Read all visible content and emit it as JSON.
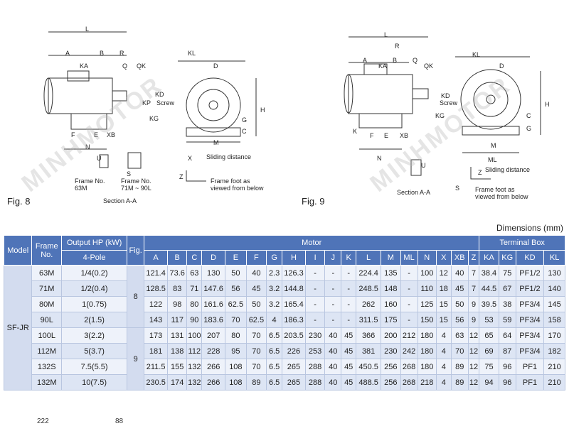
{
  "fig8": {
    "label": "Fig. 8",
    "dims": [
      "L",
      "A",
      "B",
      "R",
      "Q",
      "QK",
      "KA",
      "KL",
      "D",
      "KP",
      "KD",
      "Screw",
      "KG",
      "H",
      "C",
      "G",
      "N",
      "F",
      "E",
      "XB",
      "M",
      "U",
      "S",
      "Z",
      "X"
    ],
    "frame_left": "Frame No.\n63M",
    "frame_right": "Frame No.\n71M ~ 90L",
    "section": "Section A-A",
    "sliding": "Sliding distance",
    "foot": "Frame foot as\nviewed from below"
  },
  "fig9": {
    "label": "Fig. 9",
    "dims": [
      "L",
      "R",
      "A",
      "B",
      "Q",
      "QK",
      "KA",
      "KL",
      "D",
      "KD",
      "Screw",
      "KG",
      "H",
      "C",
      "G",
      "K",
      "F",
      "E",
      "XB",
      "N",
      "ML",
      "M",
      "U",
      "S",
      "Z",
      "X"
    ],
    "section": "Section A-A",
    "sliding": "Sliding distance",
    "foot": "Frame foot as\nviewed from below"
  },
  "dimensions_label": "Dimensions (mm)",
  "table": {
    "headers": {
      "model": "Model",
      "frame": "Frame No.",
      "output": "Output HP (kW)",
      "pole": "4-Pole",
      "fig": "Fig.",
      "motor": "Motor",
      "terminal": "Terminal Box"
    },
    "motor_cols": [
      "A",
      "B",
      "C",
      "D",
      "E",
      "F",
      "G",
      "H",
      "I",
      "J",
      "K",
      "L",
      "M",
      "ML",
      "N",
      "X",
      "XB",
      "Z"
    ],
    "terminal_cols": [
      "KA",
      "KG",
      "KD",
      "KL"
    ],
    "model_name": "SF-JR",
    "fig_values": [
      "8",
      "9"
    ],
    "rows": [
      {
        "frame": "63M",
        "output": "1/4(0.2)",
        "vals": [
          "121.4",
          "73.6",
          "63",
          "130",
          "50",
          "40",
          "2.3",
          "126.3",
          "-",
          "-",
          "-",
          "224.4",
          "135",
          "-",
          "100",
          "12",
          "40",
          "7",
          "38.4",
          "75",
          "PF1/2",
          "130"
        ]
      },
      {
        "frame": "71M",
        "output": "1/2(0.4)",
        "vals": [
          "128.5",
          "83",
          "71",
          "147.6",
          "56",
          "45",
          "3.2",
          "144.8",
          "-",
          "-",
          "-",
          "248.5",
          "148",
          "-",
          "110",
          "18",
          "45",
          "7",
          "44.5",
          "67",
          "PF1/2",
          "140"
        ]
      },
      {
        "frame": "80M",
        "output": "1(0.75)",
        "vals": [
          "122",
          "98",
          "80",
          "161.6",
          "62.5",
          "50",
          "3.2",
          "165.4",
          "-",
          "-",
          "-",
          "262",
          "160",
          "-",
          "125",
          "15",
          "50",
          "9",
          "39.5",
          "38",
          "PF3/4",
          "145"
        ]
      },
      {
        "frame": "90L",
        "output": "2(1.5)",
        "vals": [
          "143",
          "117",
          "90",
          "183.6",
          "70",
          "62.5",
          "4",
          "186.3",
          "-",
          "-",
          "-",
          "311.5",
          "175",
          "-",
          "150",
          "15",
          "56",
          "9",
          "53",
          "59",
          "PF3/4",
          "158"
        ]
      },
      {
        "frame": "100L",
        "output": "3(2.2)",
        "vals": [
          "173",
          "131",
          "100",
          "207",
          "80",
          "70",
          "6.5",
          "203.5",
          "230",
          "40",
          "45",
          "366",
          "200",
          "212",
          "180",
          "4",
          "63",
          "12",
          "65",
          "64",
          "PF3/4",
          "170"
        ]
      },
      {
        "frame": "112M",
        "output": "5(3.7)",
        "vals": [
          "181",
          "138",
          "112",
          "228",
          "95",
          "70",
          "6.5",
          "226",
          "253",
          "40",
          "45",
          "381",
          "230",
          "242",
          "180",
          "4",
          "70",
          "12",
          "69",
          "87",
          "PF3/4",
          "182"
        ]
      },
      {
        "frame": "132S",
        "output": "7.5(5.5)",
        "vals": [
          "211.5",
          "155",
          "132",
          "266",
          "108",
          "70",
          "6.5",
          "265",
          "288",
          "40",
          "45",
          "450.5",
          "256",
          "268",
          "180",
          "4",
          "89",
          "12",
          "75",
          "96",
          "PF1",
          "210"
        ]
      },
      {
        "frame": "132M",
        "output": "10(7.5)",
        "vals": [
          "230.5",
          "174",
          "132",
          "266",
          "108",
          "89",
          "6.5",
          "265",
          "288",
          "40",
          "45",
          "488.5",
          "256",
          "268",
          "218",
          "4",
          "89",
          "12",
          "94",
          "96",
          "PF1",
          "210"
        ]
      }
    ]
  },
  "watermark": "MINHMOTOR",
  "bottom_left": "222",
  "bottom_mid": "88"
}
